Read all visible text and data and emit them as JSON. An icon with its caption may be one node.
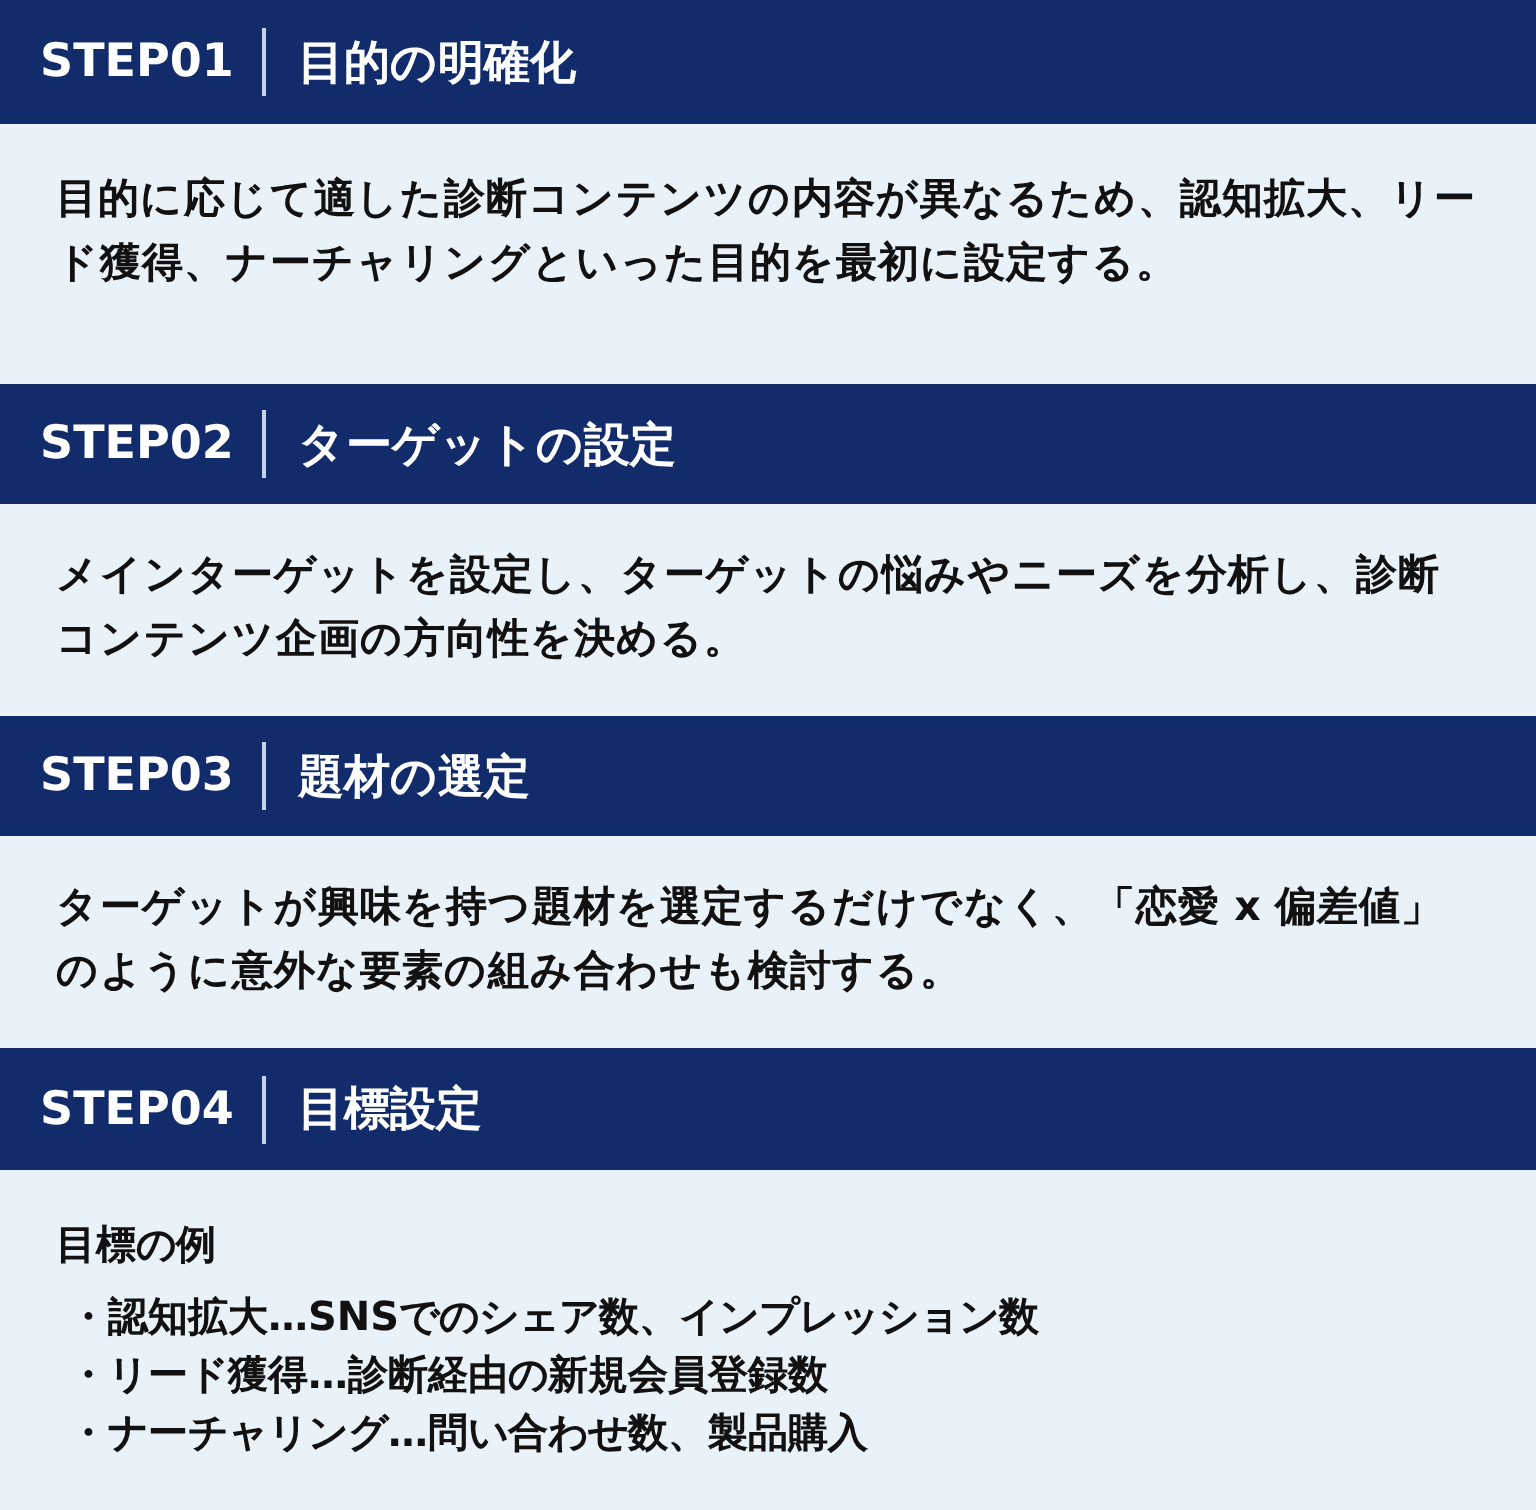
{
  "diagram": {
    "nodes": [
      {
        "text": [
          "STEP01",
          "目的の明確化"
        ]
      },
      {
        "text": [
          "目的に応じて適した診断コンテンツの内容が異なるため、認知拡大、リード獲得、ナーチャリングといった目的を最初に設定する。"
        ]
      },
      {
        "text": [
          "STEP02",
          "ターゲットの設定"
        ]
      },
      {
        "text": [
          "メインターゲットを設定し、ターゲットの悩みやニーズを分析し、診断コンテンツ企画の方向性を決める。"
        ]
      },
      {
        "text": [
          "STEP03",
          "題材の選定"
        ]
      },
      {
        "text": [
          "ターゲットが興味を持つ題材を選定するだけでなく、「恋愛 x 偏差値」のように意外な要素の組み合わせも検討する。"
        ]
      },
      {
        "text": [
          "STEP04",
          "目標設定"
        ]
      },
      {
        "text": [
          "目標の例",
          "・認知拡大…SNSでのシェア数、インプレッション数",
          "・リード獲得…診断経由の新規会員登録数",
          "・ナーチャリング…問い合わせ数、製品購入"
        ]
      }
    ]
  }
}
